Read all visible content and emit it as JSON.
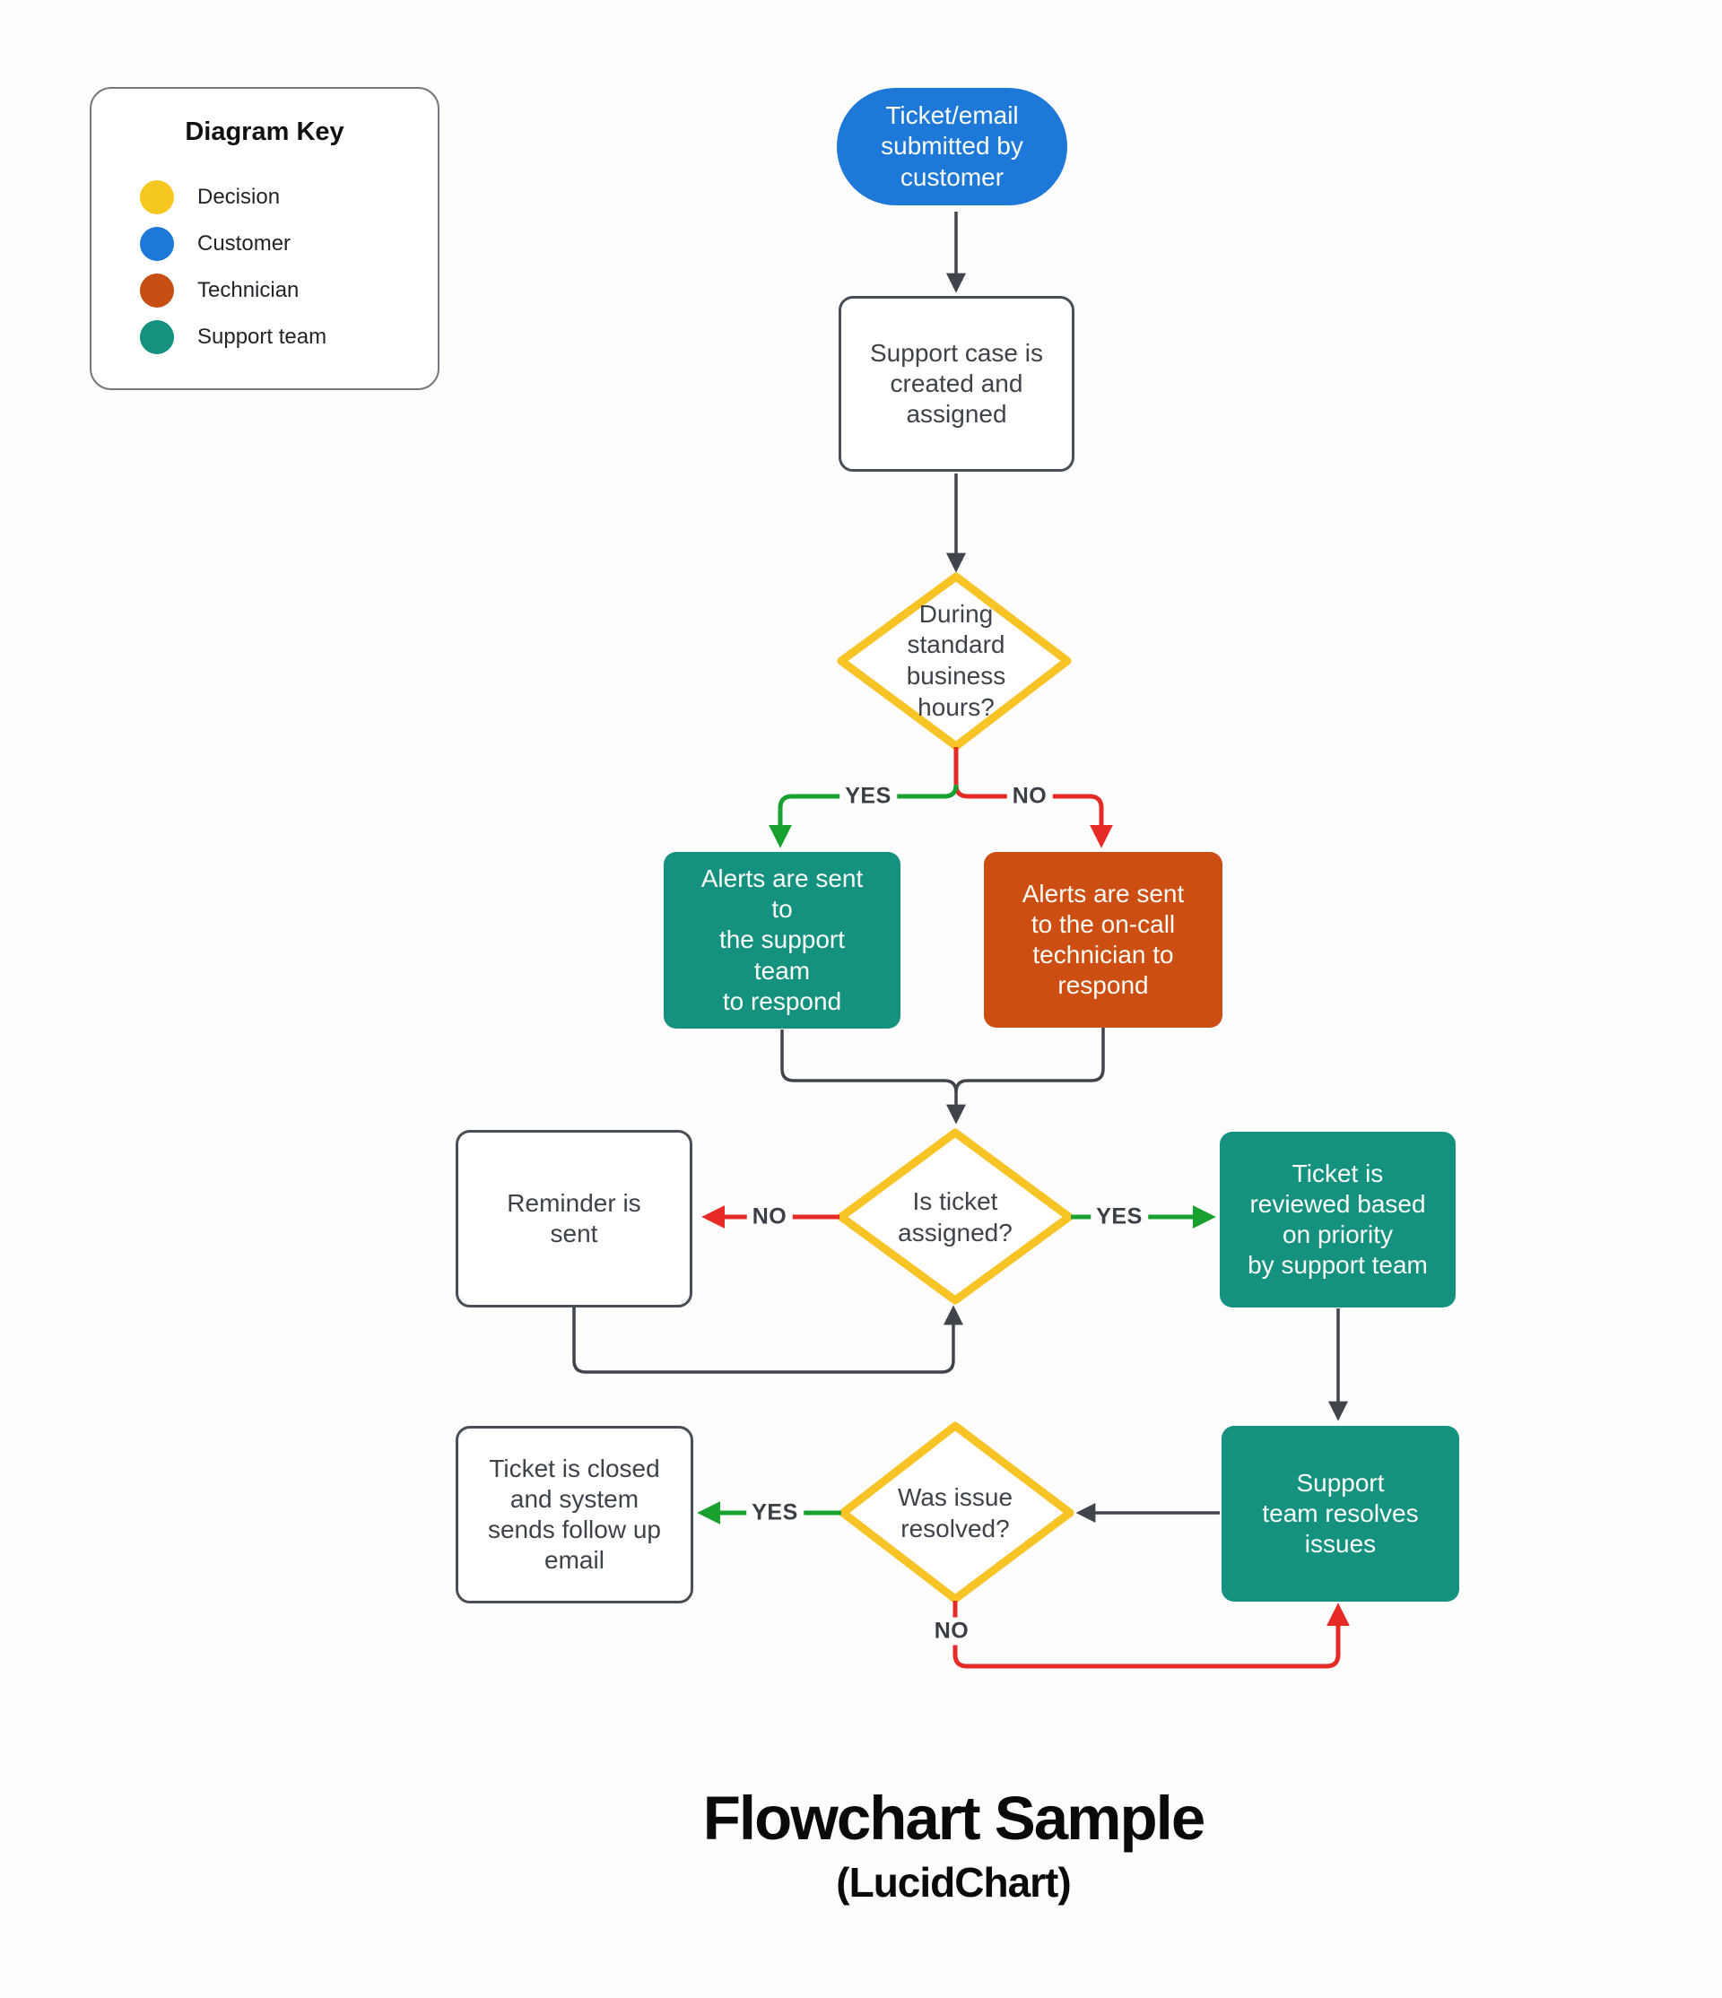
{
  "title": {
    "main": "Flowchart Sample",
    "sub": "(LucidChart)"
  },
  "legend": {
    "title": "Diagram Key",
    "items": [
      {
        "label": "Decision",
        "color": "#F5C71F"
      },
      {
        "label": "Customer",
        "color": "#1E78D8"
      },
      {
        "label": "Technician",
        "color": "#C74E12"
      },
      {
        "label": "Support team",
        "color": "#15917F"
      }
    ]
  },
  "nodes": {
    "start": {
      "label": "Ticket/email\nsubmitted by\ncustomer",
      "shape": "terminator",
      "color": "#1D78D8"
    },
    "create_case": {
      "label": "Support case is\ncreated and\nassigned",
      "shape": "process"
    },
    "business_hours": {
      "label": "During\nstandard\nbusiness\nhours?",
      "shape": "decision"
    },
    "alert_support": {
      "label": "Alerts are sent\nto\nthe support\nteam\nto respond",
      "shape": "process",
      "color": "#15917F"
    },
    "alert_technician": {
      "label": "Alerts are sent\nto the on-call\ntechnician to\nrespond",
      "shape": "process",
      "color": "#CC4E12"
    },
    "is_assigned": {
      "label": "Is ticket\nassigned?",
      "shape": "decision"
    },
    "reminder": {
      "label": "Reminder is\nsent",
      "shape": "process"
    },
    "review": {
      "label": "Ticket is\nreviewed based\non priority\nby support team",
      "shape": "process",
      "color": "#15917F"
    },
    "resolve": {
      "label": "Support\nteam resolves\nissues",
      "shape": "process",
      "color": "#15917F"
    },
    "was_resolved": {
      "label": "Was issue\nresolved?",
      "shape": "decision"
    },
    "closed": {
      "label": "Ticket is closed\nand system\nsends follow up\nemail",
      "shape": "process"
    }
  },
  "edges": {
    "hours_yes": {
      "label": "YES"
    },
    "hours_no": {
      "label": "NO"
    },
    "assigned_no": {
      "label": "NO"
    },
    "assigned_yes": {
      "label": "YES"
    },
    "resolved_yes": {
      "label": "YES"
    },
    "resolved_no": {
      "label": "NO"
    }
  },
  "colors": {
    "decision_border": "#F7C325",
    "yes_edge": "#18A12F",
    "no_edge": "#E62A25",
    "connector": "#40454C"
  }
}
